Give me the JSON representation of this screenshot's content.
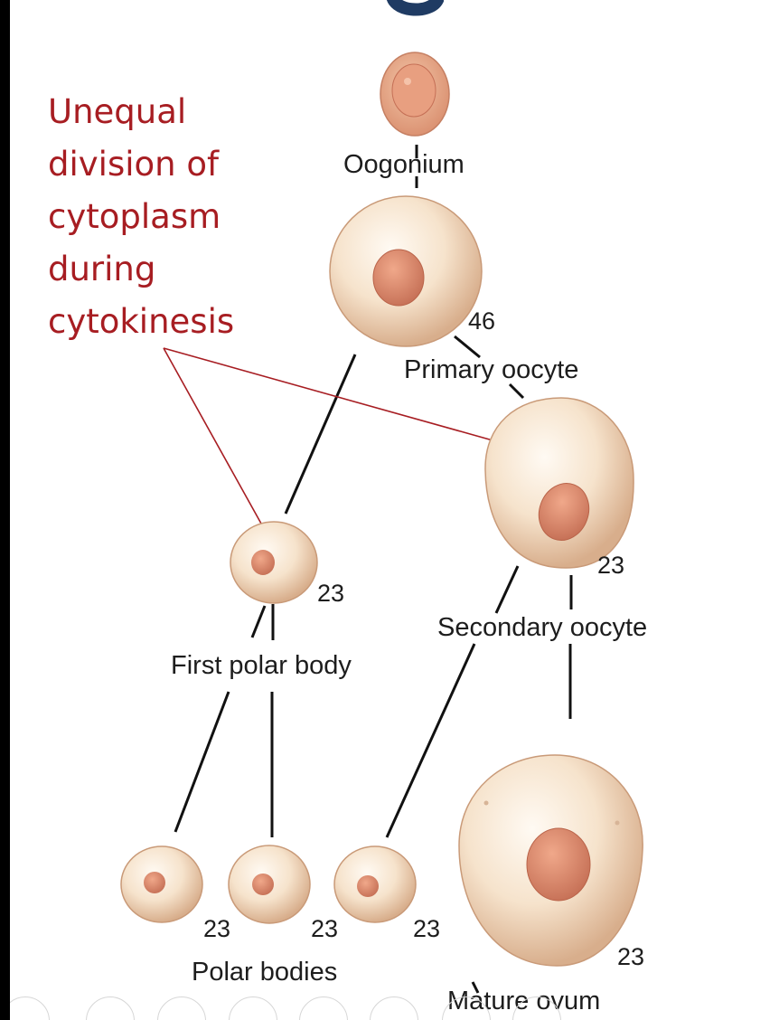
{
  "annotation": {
    "lines": [
      "Unequal",
      "division of",
      "cytoplasm",
      "during",
      "cytokinesis"
    ],
    "color": "#a71d22"
  },
  "labels": {
    "oogonium": "Oogonium",
    "primary_oocyte": "Primary oocyte",
    "first_polar_body": "First polar body",
    "secondary_oocyte": "Secondary oocyte",
    "polar_bodies": "Polar bodies",
    "mature_ovum": "Mature ovum"
  },
  "chromosome_counts": {
    "primary_oocyte": "46",
    "first_polar_body": "23",
    "secondary_oocyte": "23",
    "polar_body_1": "23",
    "polar_body_2": "23",
    "polar_body_3": "23",
    "mature_ovum": "23"
  },
  "colors": {
    "cell_fill": "#f1d8bd",
    "cell_edge": "#c99a78",
    "nucleus": "#d9866a",
    "oogonium_fill": "#e7a98c",
    "title_fragment": "#1f3b63"
  }
}
